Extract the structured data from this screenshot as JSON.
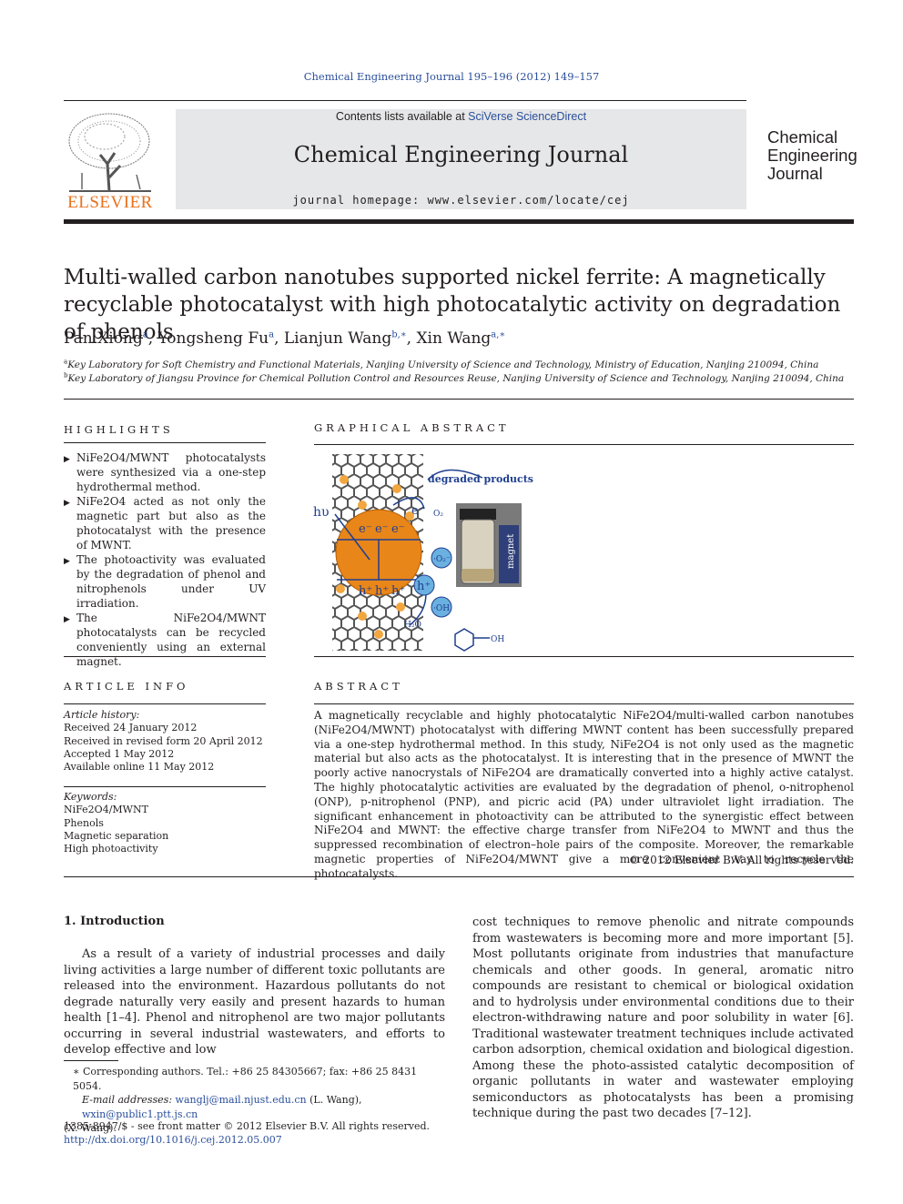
{
  "header": {
    "journal_ref": "Chemical Engineering Journal 195–196 (2012) 149–157",
    "contents_prefix": "Contents lists available at ",
    "contents_link": "SciVerse ScienceDirect",
    "journal_title": "Chemical Engineering Journal",
    "homepage": "journal homepage: www.elsevier.com/locate/cej",
    "publisher_logo": "ELSEVIER",
    "cej_logo": [
      "Chemical",
      "Engineering",
      "Journal"
    ]
  },
  "article": {
    "title": "Multi-walled carbon nanotubes supported nickel ferrite: A magnetically recyclable photocatalyst with high photocatalytic activity on degradation of phenols",
    "authors": [
      {
        "name": "Pan Xiong",
        "sup": "a"
      },
      {
        "name": "Yongsheng Fu",
        "sup": "a"
      },
      {
        "name": "Lianjun Wang",
        "sup": "b,∗"
      },
      {
        "name": "Xin Wang",
        "sup": "a,∗"
      }
    ],
    "affiliations": [
      {
        "sup": "a",
        "text": "Key Laboratory for Soft Chemistry and Functional Materials, Nanjing University of Science and Technology, Ministry of Education, Nanjing 210094, China"
      },
      {
        "sup": "b",
        "text": "Key Laboratory of Jiangsu Province for Chemical Pollution Control and Resources Reuse, Nanjing University of Science and Technology, Nanjing 210094, China"
      }
    ]
  },
  "highlights": {
    "heading": "HIGHLIGHTS",
    "items": [
      "NiFe2O4/MWNT photocatalysts were synthesized via a one-step hydrothermal method.",
      "NiFe2O4 acted as not only the magnetic part but also as the photocatalyst with the presence of MWNT.",
      "The photoactivity was evaluated by the degradation of phenol and nitrophenols under UV irradiation.",
      "The NiFe2O4/MWNT photocatalysts can be recycled conveniently using an external magnet."
    ]
  },
  "graphical_abstract": {
    "heading": "GRAPHICAL ABSTRACT",
    "labels": {
      "degraded": "degraded products",
      "hv": "hυ",
      "electron": "e⁻",
      "o2": "O₂",
      "o2_radical": "·O₂⁻",
      "hole": "h⁺",
      "oh_radical": "·OH",
      "h2o": "H₂O",
      "oh": "OH",
      "magnet": "magnet"
    }
  },
  "article_info": {
    "heading": "ARTICLE INFO",
    "history_label": "Article history:",
    "history": [
      "Received 24 January 2012",
      "Received in revised form 20 April 2012",
      "Accepted 1 May 2012",
      "Available online 11 May 2012"
    ],
    "keywords_label": "Keywords:",
    "keywords": [
      "NiFe2O4/MWNT",
      "Phenols",
      "Magnetic separation",
      "High photoactivity"
    ]
  },
  "abstract": {
    "heading": "ABSTRACT",
    "text": "A magnetically recyclable and highly photocatalytic NiFe2O4/multi-walled carbon nanotubes (NiFe2O4/MWNT) photocatalyst with differing MWNT content has been successfully prepared via a one-step hydrothermal method. In this study, NiFe2O4 is not only used as the magnetic material but also acts as the photocatalyst. It is interesting that in the presence of MWNT the poorly active nanocrystals of NiFe2O4 are dramatically converted into a highly active catalyst. The highly photocatalytic activities are evaluated by the degradation of phenol, o-nitrophenol (ONP), p-nitrophenol (PNP), and picric acid (PA) under ultraviolet light irradiation. The significant enhancement in photoactivity can be attributed to the synergistic effect between NiFe2O4 and MWNT: the effective charge transfer from NiFe2O4 to MWNT and thus the suppressed recombination of electron–hole pairs of the composite. Moreover, the remarkable magnetic properties of NiFe2O4/MWNT give a more convenient way to recycle the photocatalysts.",
    "copyright": "© 2012 Elsevier B.V. All rights reserved."
  },
  "body": {
    "intro_heading": "1. Introduction",
    "col1": "As a result of a variety of industrial processes and daily living activities a large number of different toxic pollutants are released into the environment. Hazardous pollutants do not degrade naturally very easily and present hazards to human health [1–4]. Phenol and nitrophenol are two major pollutants occurring in several industrial wastewaters, and efforts to develop effective and low",
    "col2": "cost techniques to remove phenolic and nitrate compounds from wastewaters is becoming more and more important [5]. Most pollutants originate from industries that manufacture chemicals and other goods. In general, aromatic nitro compounds are resistant to chemical or biological oxidation and to hydrolysis under environmental conditions due to their electron-withdrawing nature and poor solubility in water [6]. Traditional wastewater treatment techniques include activated carbon adsorption, chemical oxidation and biological digestion. Among these the photo-assisted catalytic decomposition of organic pollutants in water and wastewater employing semiconductors as photocatalysts has been a promising technique during the past two decades [7–12]."
  },
  "footnote": {
    "corresponding": "∗  Corresponding authors. Tel.: +86 25 84305667; fax: +86 25 8431 5054.",
    "email_label": "E-mail addresses:",
    "email1": "wanglj@mail.njust.edu.cn",
    "email1_owner": " (L. Wang), ",
    "email2": "wxin@public1.ptt.js.cn",
    "email2_owner": "(X. Wang)."
  },
  "ids": {
    "issn": "1385-8947/$ - see front matter © 2012 Elsevier B.V. All rights reserved.",
    "doi": "http://dx.doi.org/10.1016/j.cej.2012.05.007"
  },
  "colors": {
    "link": "#2a4f9c",
    "elsevier_orange": "#e9711c",
    "banner_gray": "#e6e7e8",
    "particle_orange": "#e8861a"
  }
}
